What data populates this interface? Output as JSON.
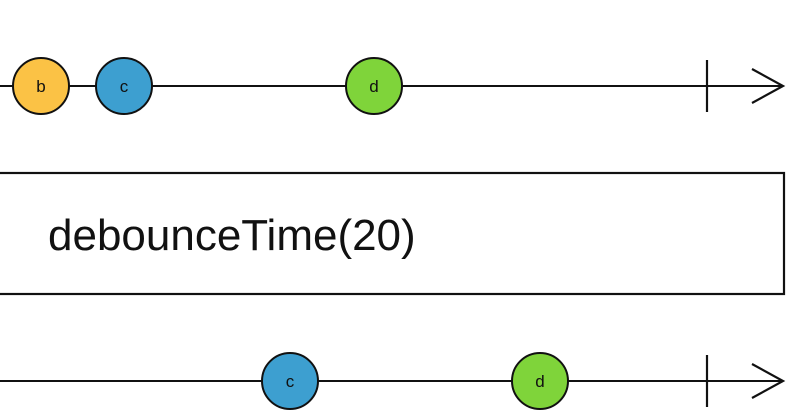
{
  "colors": {
    "line": "#111111",
    "background": "#ffffff",
    "marble_b": "#fbc245",
    "marble_c": "#3d9fd0",
    "marble_d": "#7fd43a"
  },
  "input_stream": {
    "marbles": [
      {
        "label": "b",
        "color": "#fbc245"
      },
      {
        "label": "c",
        "color": "#3d9fd0"
      },
      {
        "label": "d",
        "color": "#7fd43a"
      }
    ],
    "has_complete": true
  },
  "operator": {
    "label": "debounceTime(20)"
  },
  "output_stream": {
    "marbles": [
      {
        "label": "c",
        "color": "#3d9fd0"
      },
      {
        "label": "d",
        "color": "#7fd43a"
      }
    ],
    "has_complete": true
  }
}
